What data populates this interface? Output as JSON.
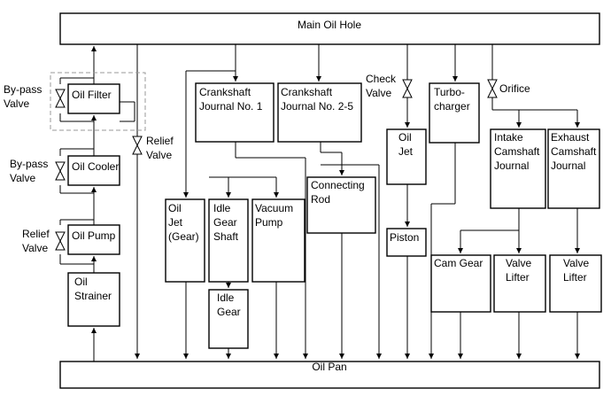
{
  "boxes": {
    "main_oil_hole": [
      "Main Oil Hole"
    ],
    "oil_pan": [
      "Oil Pan"
    ],
    "oil_filter": [
      "Oil Filter"
    ],
    "oil_cooler": [
      "Oil Cooler"
    ],
    "oil_pump": [
      "Oil Pump"
    ],
    "oil_strainer": [
      "Oil",
      "Strainer"
    ],
    "crank_journal_1": [
      "Crankshaft",
      "Journal No. 1"
    ],
    "crank_journal_2_5": [
      "Crankshaft",
      "Journal No. 2-5"
    ],
    "oil_jet_gear": [
      "Oil",
      "Jet",
      "(Gear)"
    ],
    "idle_gear_shaft": [
      "Idle",
      "Gear",
      "Shaft"
    ],
    "idle_gear": [
      "Idle",
      "Gear"
    ],
    "vacuum_pump": [
      "Vacuum",
      "Pump"
    ],
    "connecting_rod": [
      "Connecting",
      "Rod"
    ],
    "oil_jet": [
      "Oil",
      "Jet"
    ],
    "piston": [
      "Piston"
    ],
    "turbocharger": [
      "Turbo-",
      "charger"
    ],
    "intake_camshaft_journal": [
      "Intake",
      "Camshaft",
      "Journal"
    ],
    "exhaust_camshaft_journal": [
      "Exhaust",
      "Camshaft",
      "Journal"
    ],
    "cam_gear": [
      "Cam Gear"
    ],
    "valve_lifter_intake": [
      "Valve",
      "Lifter"
    ],
    "valve_lifter_exhaust": [
      "Valve",
      "Lifter"
    ]
  },
  "valves": {
    "bypass_filter": [
      "By-pass",
      "Valve"
    ],
    "bypass_cooler": [
      "By-pass",
      "Valve"
    ],
    "relief_pump": [
      "Relief",
      "Valve"
    ],
    "relief_main": [
      "Relief",
      "Valve"
    ],
    "check_valve": [
      "Check",
      "Valve"
    ],
    "orifice": [
      "Orifice"
    ]
  }
}
